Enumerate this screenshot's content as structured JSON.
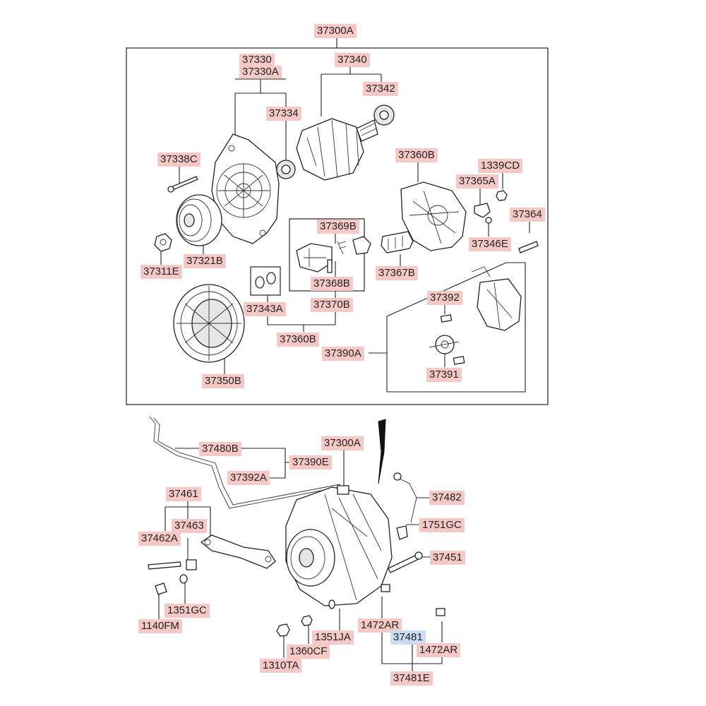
{
  "colors": {
    "callout_bg": "#f7c9c6",
    "selected_bg": "#c9ddf4",
    "line": "#222222"
  },
  "labels": {
    "assembly_top": "37300A",
    "rear_bracket": [
      "37330",
      "37330A"
    ],
    "rotor": "37340",
    "bearing_rear": "37342",
    "bearing_front": "37334",
    "through_bolt": "37338C",
    "front_bracket": "37360B",
    "nut_1339cd": "1339CD",
    "terminal_37365a": "37365A",
    "bolt_37364": "37364",
    "pulley": "37321B",
    "nut_37311e": "37311E",
    "brush_spring": "37369B",
    "brush": "37368B",
    "rectifier": "37367B",
    "terminal_37346e": "37346E",
    "insulator": "37343A",
    "brush_holder": "37370B",
    "stator": "37350B",
    "rectifier_group": "37360B",
    "regulator_assembly": "37390A",
    "regulator_part_a": "37392",
    "regulator_part_b": "37391",
    "harness_bracket": "37480B",
    "regulator_e": "37390E",
    "harness_a": "37392A",
    "assembly_bottom": "37300A",
    "adjuster_group": "37461",
    "adjuster_nut": "37463",
    "adjuster_bolt": "37462A",
    "washer_1351gc": "1351GC",
    "bolt_1140fm": "1140FM",
    "oil_pipe": "37482",
    "bolt_1751gc": "1751GC",
    "mount_bolt": "37451",
    "clamp_left": "1472AR",
    "hose": "37481",
    "clamp_right": "1472AR",
    "hose_assembly": "37481E",
    "washer_1351ja": "1351JA",
    "nut_1360cf": "1360CF",
    "nut_1310ta": "1310TA"
  }
}
